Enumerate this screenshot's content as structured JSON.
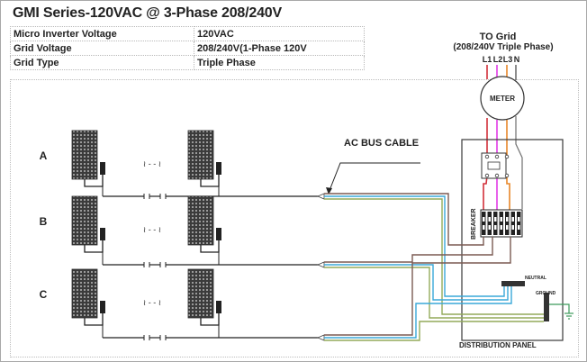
{
  "title": "GMI Series-120VAC @ 3-Phase 208/240V",
  "specs": [
    {
      "label": "Micro Inverter Voltage",
      "value": "120VAC"
    },
    {
      "label": "Grid  Voltage",
      "value": "208/240V(1-Phase 120V"
    },
    {
      "label": "Grid Type",
      "value": "Triple Phase"
    }
  ],
  "grid": {
    "title": "TO Grid",
    "subtitle": "(208/240V Triple Phase)",
    "lines": [
      "L1",
      "L2",
      "L3",
      "N"
    ]
  },
  "meter_label": "METER",
  "ac_bus_label": "AC BUS CABLE",
  "breaker_label": "BREAKER",
  "neutral_label": "NEUTRAL",
  "ground_label": "GROUND",
  "panel_label": "DISTRIBUTION PANEL",
  "rows": [
    {
      "label": "A",
      "gap_symbol": "≀ - - ≀"
    },
    {
      "label": "B",
      "gap_symbol": "≀ - - ≀"
    },
    {
      "label": "C",
      "gap_symbol": "≀ - - ≀"
    }
  ],
  "colors": {
    "l1": "#d2303a",
    "l2": "#e23ae6",
    "l3": "#e8872a",
    "neutral_wire": "#6f6f6f",
    "brown": "#7b5a52",
    "blue": "#3aa9d8",
    "green": "#93aa5a",
    "ground": "#3c9a5a",
    "panel": "#3a3a3a"
  }
}
